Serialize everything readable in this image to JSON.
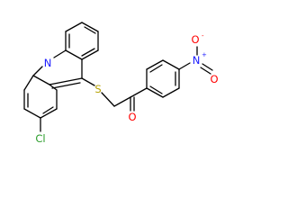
{
  "structure": {
    "atoms": {
      "n_ring": {
        "label": "N",
        "color": "#1a1aff"
      },
      "s_thio": {
        "label": "S",
        "color": "#b5a000"
      },
      "cl": {
        "label": "Cl",
        "color": "#2a9d2a"
      },
      "o_ketone": {
        "label": "O",
        "color": "#ff0000"
      },
      "n_nitro": {
        "label": "N",
        "color": "#1a1aff",
        "charge": "+"
      },
      "o_nitro_up": {
        "label": "O",
        "color": "#ff0000",
        "charge": "-"
      },
      "o_nitro_right": {
        "label": "O",
        "color": "#ff0000"
      }
    }
  }
}
